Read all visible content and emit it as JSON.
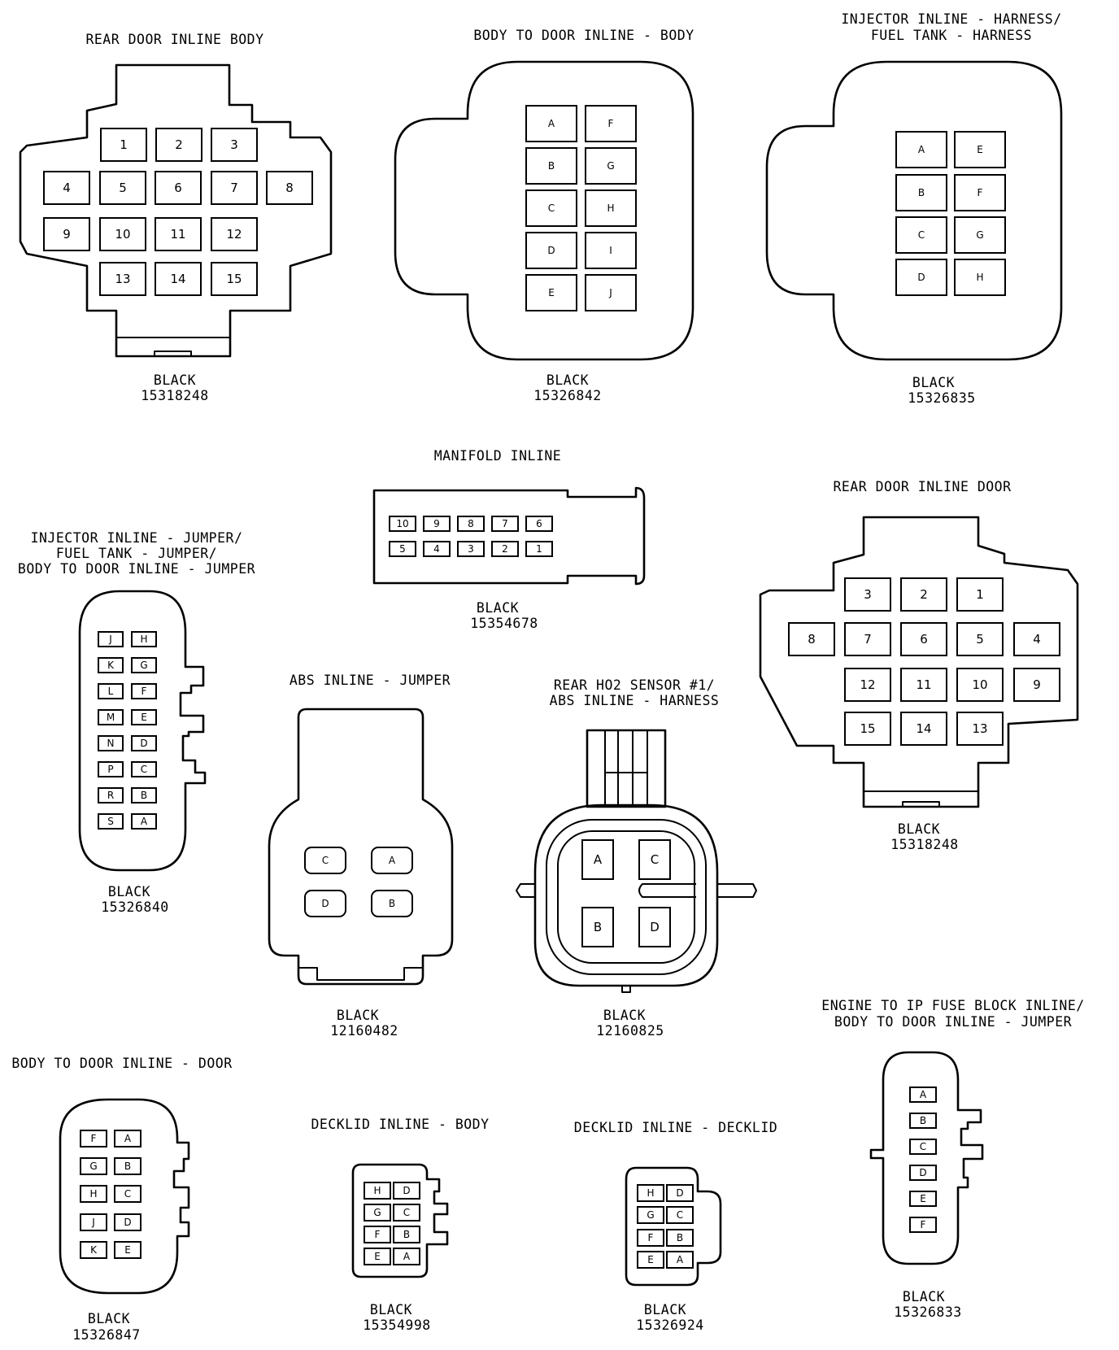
{
  "connectors": {
    "rear_door_inline_body": {
      "title": [
        "REAR DOOR INLINE BODY"
      ],
      "color": "BLACK",
      "part": "15318248",
      "pins": [
        "1",
        "2",
        "3",
        "4",
        "5",
        "6",
        "7",
        "8",
        "9",
        "10",
        "11",
        "12",
        "13",
        "14",
        "15"
      ]
    },
    "body_to_door_inline_body": {
      "title": [
        "BODY TO DOOR INLINE - BODY"
      ],
      "color": "BLACK",
      "part": "15326842",
      "pins": [
        "A",
        "F",
        "B",
        "G",
        "C",
        "H",
        "D",
        "I",
        "E",
        "J"
      ]
    },
    "injector_inline_harness": {
      "title": [
        "INJECTOR INLINE - HARNESS/",
        "FUEL TANK - HARNESS"
      ],
      "color": "BLACK",
      "part": "15326835",
      "pins": [
        "A",
        "E",
        "B",
        "F",
        "C",
        "G",
        "D",
        "H"
      ]
    },
    "manifold_inline": {
      "title": [
        "MANIFOLD INLINE"
      ],
      "color": "BLACK",
      "part": "15354678",
      "pins": [
        "10",
        "9",
        "8",
        "7",
        "6",
        "5",
        "4",
        "3",
        "2",
        "1"
      ]
    },
    "rear_door_inline_door": {
      "title": [
        "REAR DOOR INLINE DOOR"
      ],
      "color": "BLACK",
      "part": "15318248",
      "pins": [
        "3",
        "2",
        "1",
        "8",
        "7",
        "6",
        "5",
        "4",
        "12",
        "11",
        "10",
        "9",
        "15",
        "14",
        "13"
      ]
    },
    "injector_inline_jumper": {
      "title": [
        "INJECTOR INLINE - JUMPER/",
        "FUEL TANK - JUMPER/",
        "BODY TO DOOR INLINE - JUMPER"
      ],
      "color": "BLACK",
      "part": "15326840",
      "pins": [
        "J",
        "H",
        "K",
        "G",
        "L",
        "F",
        "M",
        "E",
        "N",
        "D",
        "P",
        "C",
        "R",
        "B",
        "S",
        "A"
      ]
    },
    "abs_inline_jumper": {
      "title": [
        "ABS INLINE - JUMPER"
      ],
      "color": "BLACK",
      "part": "12160482",
      "pins": [
        "C",
        "A",
        "D",
        "B"
      ]
    },
    "rear_ho2_sensor": {
      "title": [
        "REAR HO2 SENSOR #1/",
        "ABS INLINE - HARNESS"
      ],
      "color": "BLACK",
      "part": "12160825",
      "pins": [
        "A",
        "C",
        "B",
        "D"
      ]
    },
    "engine_to_ip_fuse_block": {
      "title": [
        "ENGINE TO IP FUSE BLOCK INLINE/",
        "BODY TO DOOR INLINE - JUMPER"
      ],
      "color": "BLACK",
      "part": "15326833",
      "pins": [
        "A",
        "B",
        "C",
        "D",
        "E",
        "F"
      ]
    },
    "body_to_door_inline_door": {
      "title": [
        "BODY TO DOOR INLINE - DOOR"
      ],
      "color": "BLACK",
      "part": "15326847",
      "pins": [
        "F",
        "A",
        "G",
        "B",
        "H",
        "C",
        "J",
        "D",
        "K",
        "E"
      ]
    },
    "decklid_inline_body": {
      "title": [
        "DECKLID INLINE - BODY"
      ],
      "color": "BLACK",
      "part": "15354998",
      "pins": [
        "H",
        "D",
        "G",
        "C",
        "F",
        "B",
        "E",
        "A"
      ]
    },
    "decklid_inline_decklid": {
      "title": [
        "DECKLID INLINE - DECKLID"
      ],
      "color": "BLACK",
      "part": "15326924",
      "pins": [
        "H",
        "D",
        "G",
        "C",
        "F",
        "B",
        "E",
        "A"
      ]
    }
  }
}
